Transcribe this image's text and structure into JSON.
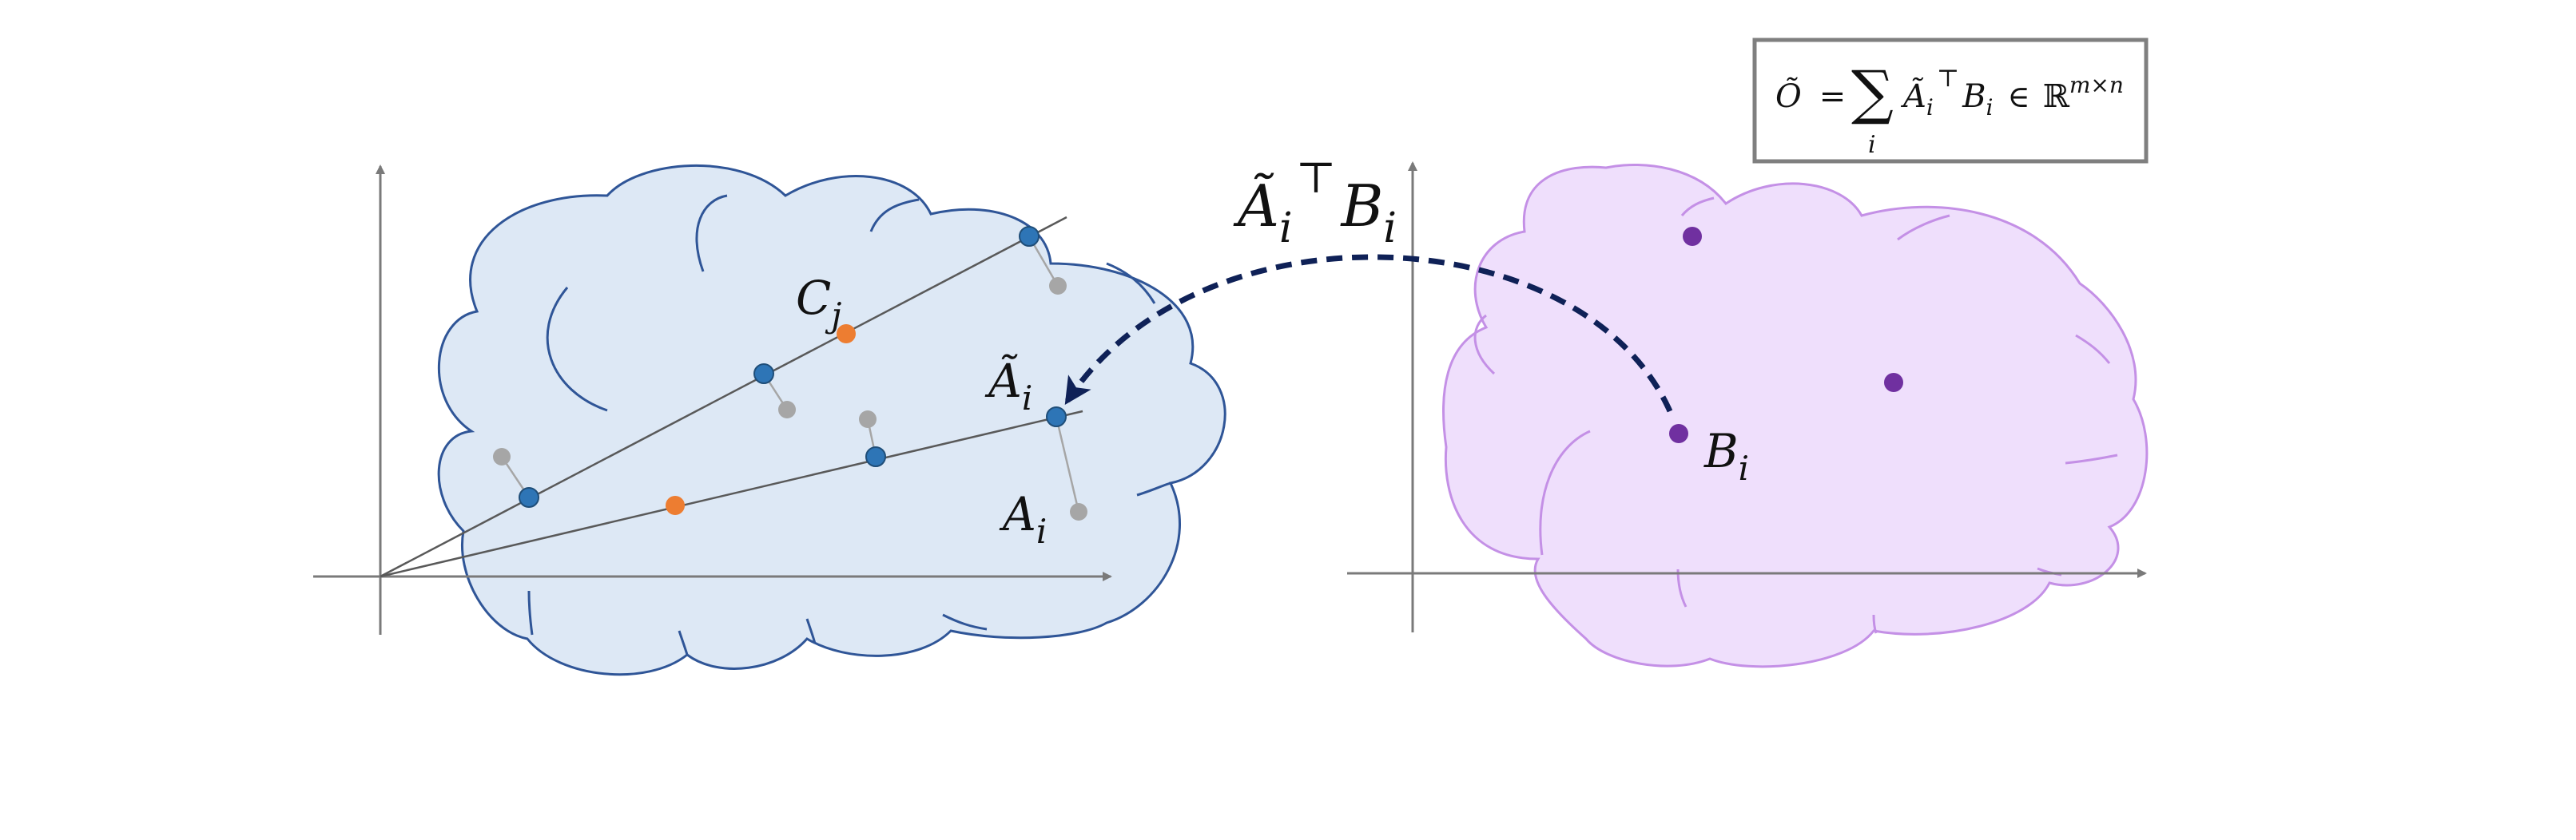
{
  "labels": {
    "centroid": "C",
    "centroid_sub": "j",
    "approx_vector": "Ã",
    "approx_vector_sub": "i",
    "original_vector": "A",
    "original_vector_sub": "i",
    "query_vector": "B",
    "query_vector_sub": "i",
    "transfer": {
      "a": "Ã",
      "a_sub": "i",
      "transpose": "⊤",
      "b": "B",
      "b_sub": "i"
    }
  },
  "formula": {
    "lhs": "Õ",
    "equals": "=",
    "sum_symbol": "∑",
    "sum_index": "i",
    "a": "Ã",
    "a_sub": "i",
    "transpose": "⊤",
    "b": "B",
    "b_sub": "i",
    "in_symbol": "∈",
    "field": "ℝ",
    "dims": "m×n"
  },
  "colors": {
    "left_cloud_fill": "#dde8f5",
    "left_cloud_stroke": "#2f5597",
    "right_cloud_fill": "#efdffc",
    "right_cloud_stroke": "#c490e6",
    "blue_point": "#2e75b6",
    "orange_point": "#ed7d31",
    "gray_point": "#a6a6a6",
    "purple_point": "#7030a0",
    "arrow": "#0f2157"
  },
  "icons": {
    "left_cloud": "cloud-shape",
    "right_cloud": "cloud-shape",
    "axes": "arrow-axes"
  }
}
